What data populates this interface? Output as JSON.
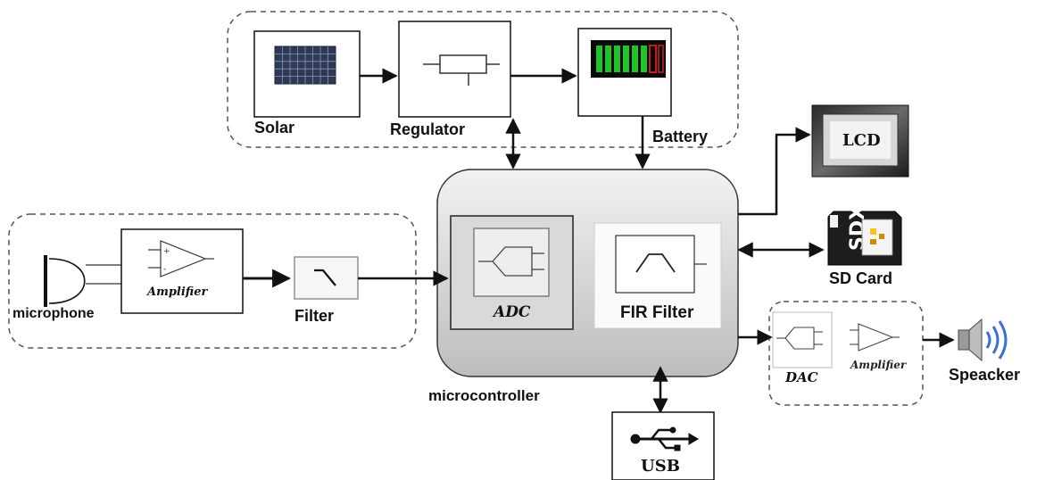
{
  "blocks": {
    "solar": "Solar",
    "regulator": "Regulator",
    "battery": "Battery",
    "lcd": "LCD",
    "sd_card": "SD Card",
    "microphone": "microphone",
    "amplifier_in": "Amplifier",
    "filter": "Filter",
    "adc": "ADC",
    "fir_filter": "FIR Filter",
    "microcontroller": "microcontroller",
    "dac": "DAC",
    "amplifier_out": "Amplifier",
    "speaker": "Speacker",
    "usb": "USB"
  },
  "colors": {
    "line": "#111111",
    "dashed_border": "#555555",
    "mcu_fill_top": "#f2f2f2",
    "mcu_fill_bottom": "#bdbdbd",
    "battery_green": "#22c22a",
    "battery_red": "#d62020",
    "speaker_blue": "#3a6fd8"
  }
}
